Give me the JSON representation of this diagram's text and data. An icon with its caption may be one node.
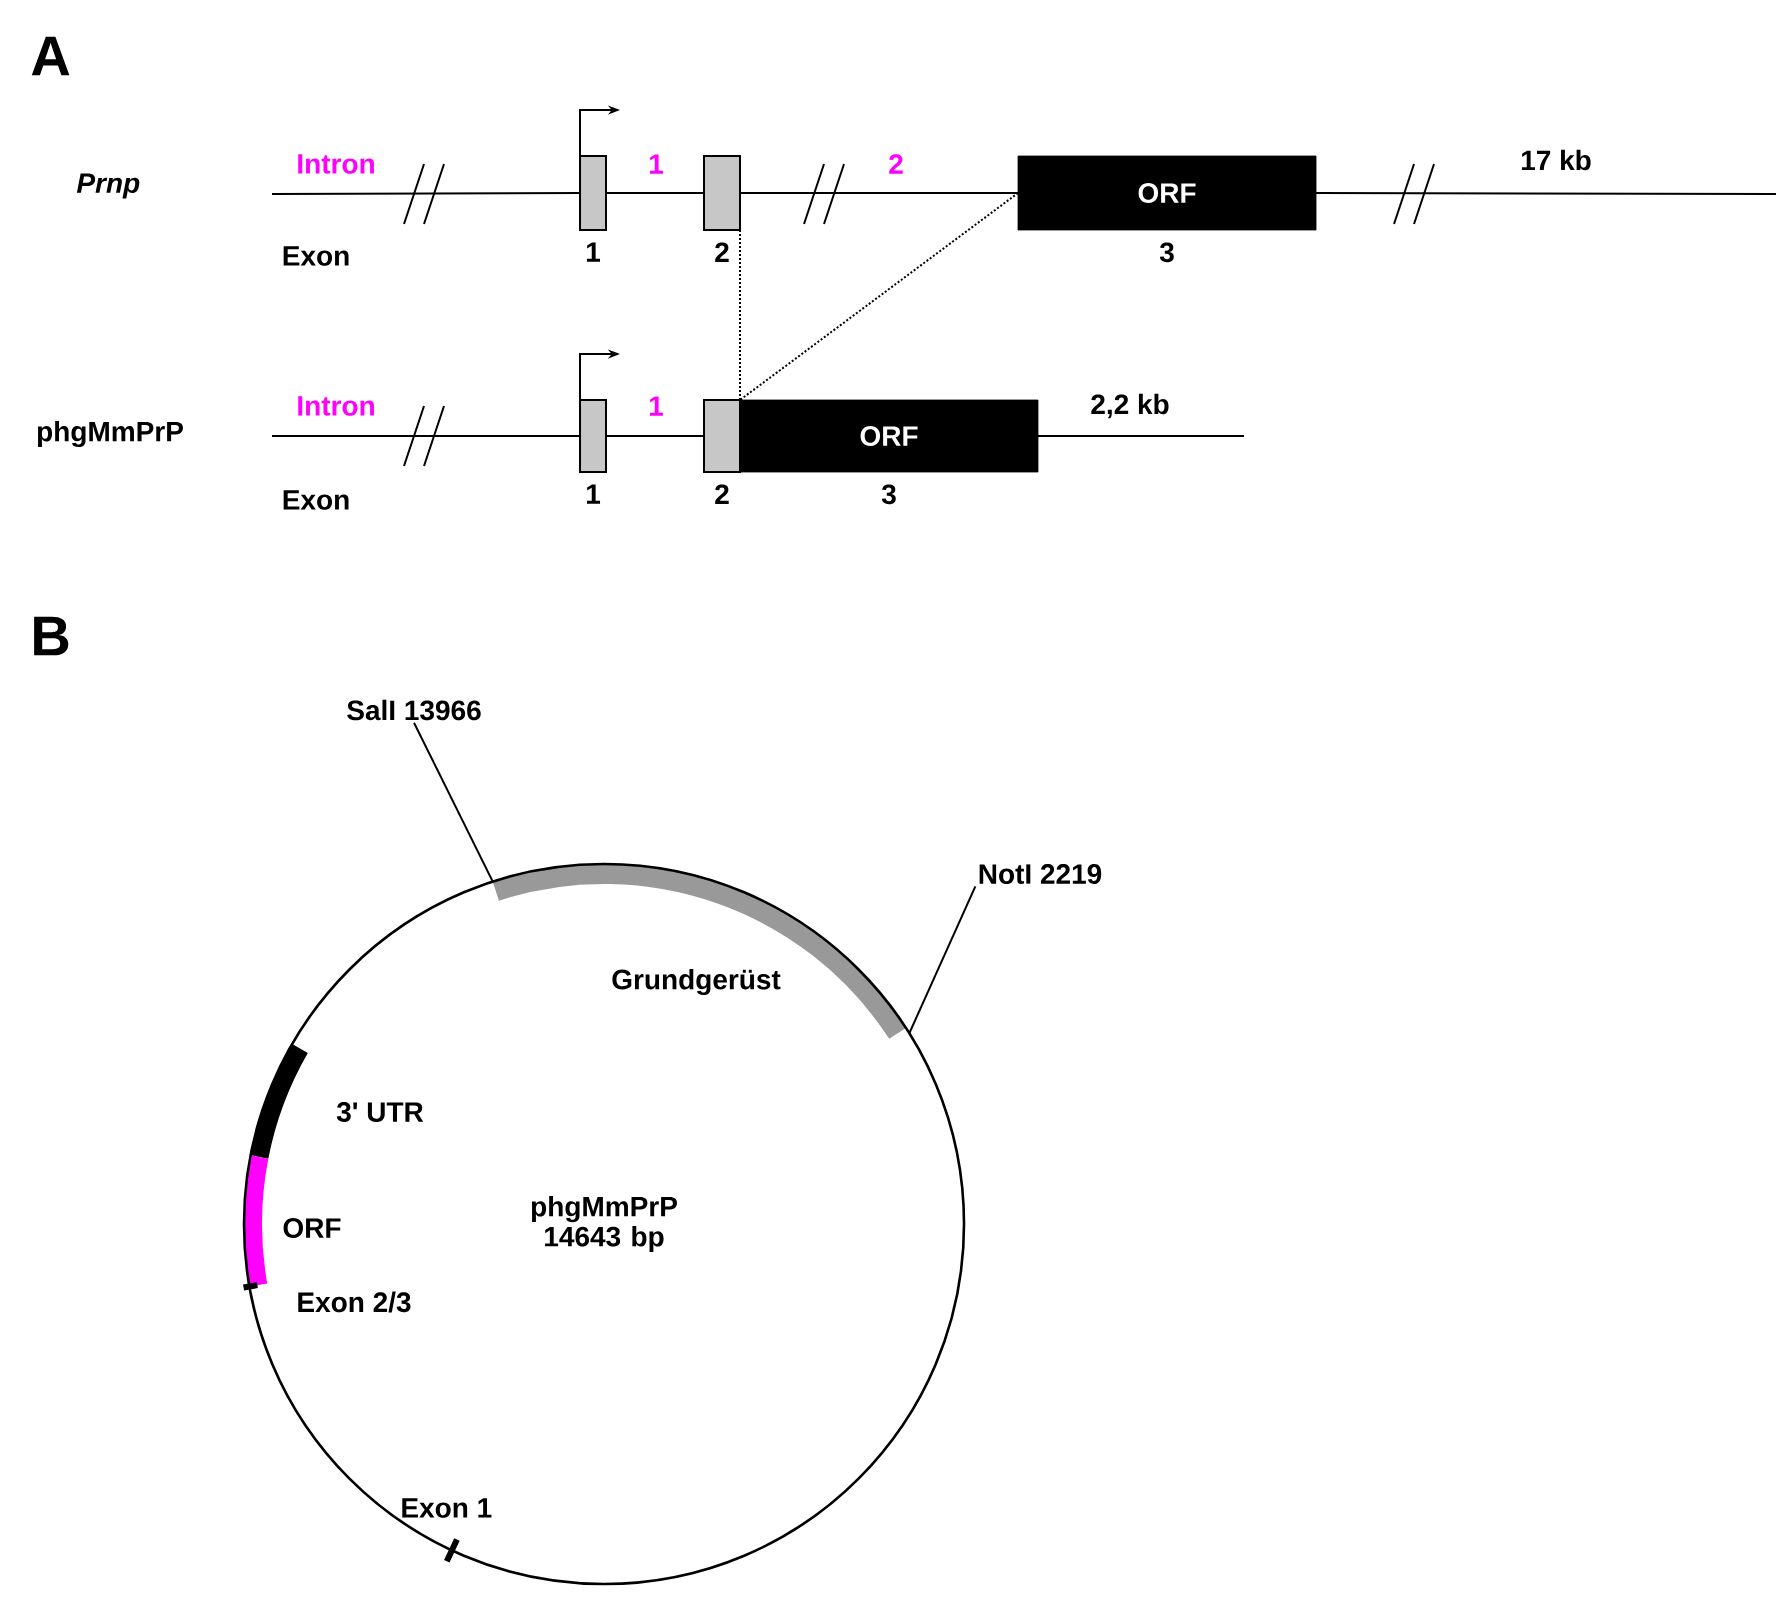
{
  "diagram": {
    "nodes": [
      {
        "text": [],
        "shape": "box",
        "beside": [
          "1"
        ]
      },
      {
        "text": [],
        "shape": "box",
        "beside": [
          "2"
        ]
      },
      {
        "text": [
          "ORF"
        ],
        "beside": [
          "3"
        ]
      },
      {
        "text": [],
        "shape": "box",
        "beside": [
          "1"
        ]
      },
      {
        "text": [],
        "shape": "box",
        "beside": [
          "2"
        ]
      },
      {
        "text": [
          "ORF"
        ],
        "beside": [
          "3"
        ]
      },
      {
        "text": [
          "phgMmPrP 14643 bp"
        ]
      },
      {
        "text": [
          "SalI 13966"
        ]
      },
      {
        "text": [
          "NotI 2219"
        ]
      }
    ],
    "edges": [
      {
        "from": null,
        "to": 0,
        "arrow": "none"
      },
      {
        "from": 0,
        "to": 1,
        "arrow": "none"
      },
      {
        "from": 1,
        "to": 2,
        "arrow": "none"
      },
      {
        "from": 2,
        "to": null,
        "arrow": "none"
      },
      {
        "from": null,
        "to": 3,
        "arrow": "none"
      },
      {
        "from": 3,
        "to": 4,
        "arrow": "none"
      },
      {
        "from": 5,
        "to": null,
        "arrow": "none"
      },
      {
        "from": 1,
        "to": 4,
        "arrow": "none",
        "style": "dashed"
      },
      {
        "from": 2,
        "to": 5,
        "arrow": "none",
        "style": "dashed"
      },
      {
        "from": 7,
        "to": 6,
        "arrow": "none"
      },
      {
        "from": 8,
        "to": 6,
        "arrow": "none"
      }
    ],
    "labels": [
      "A",
      "Prnp",
      "Intron",
      "1",
      "2",
      "17 kb",
      "Exon",
      "phgMmPrP",
      "Intron",
      "1",
      "2,2 kb",
      "Exon",
      "B",
      "Grundgerüst",
      "3' UTR",
      "ORF",
      "Exon 2/3",
      "Exon 1"
    ]
  }
}
